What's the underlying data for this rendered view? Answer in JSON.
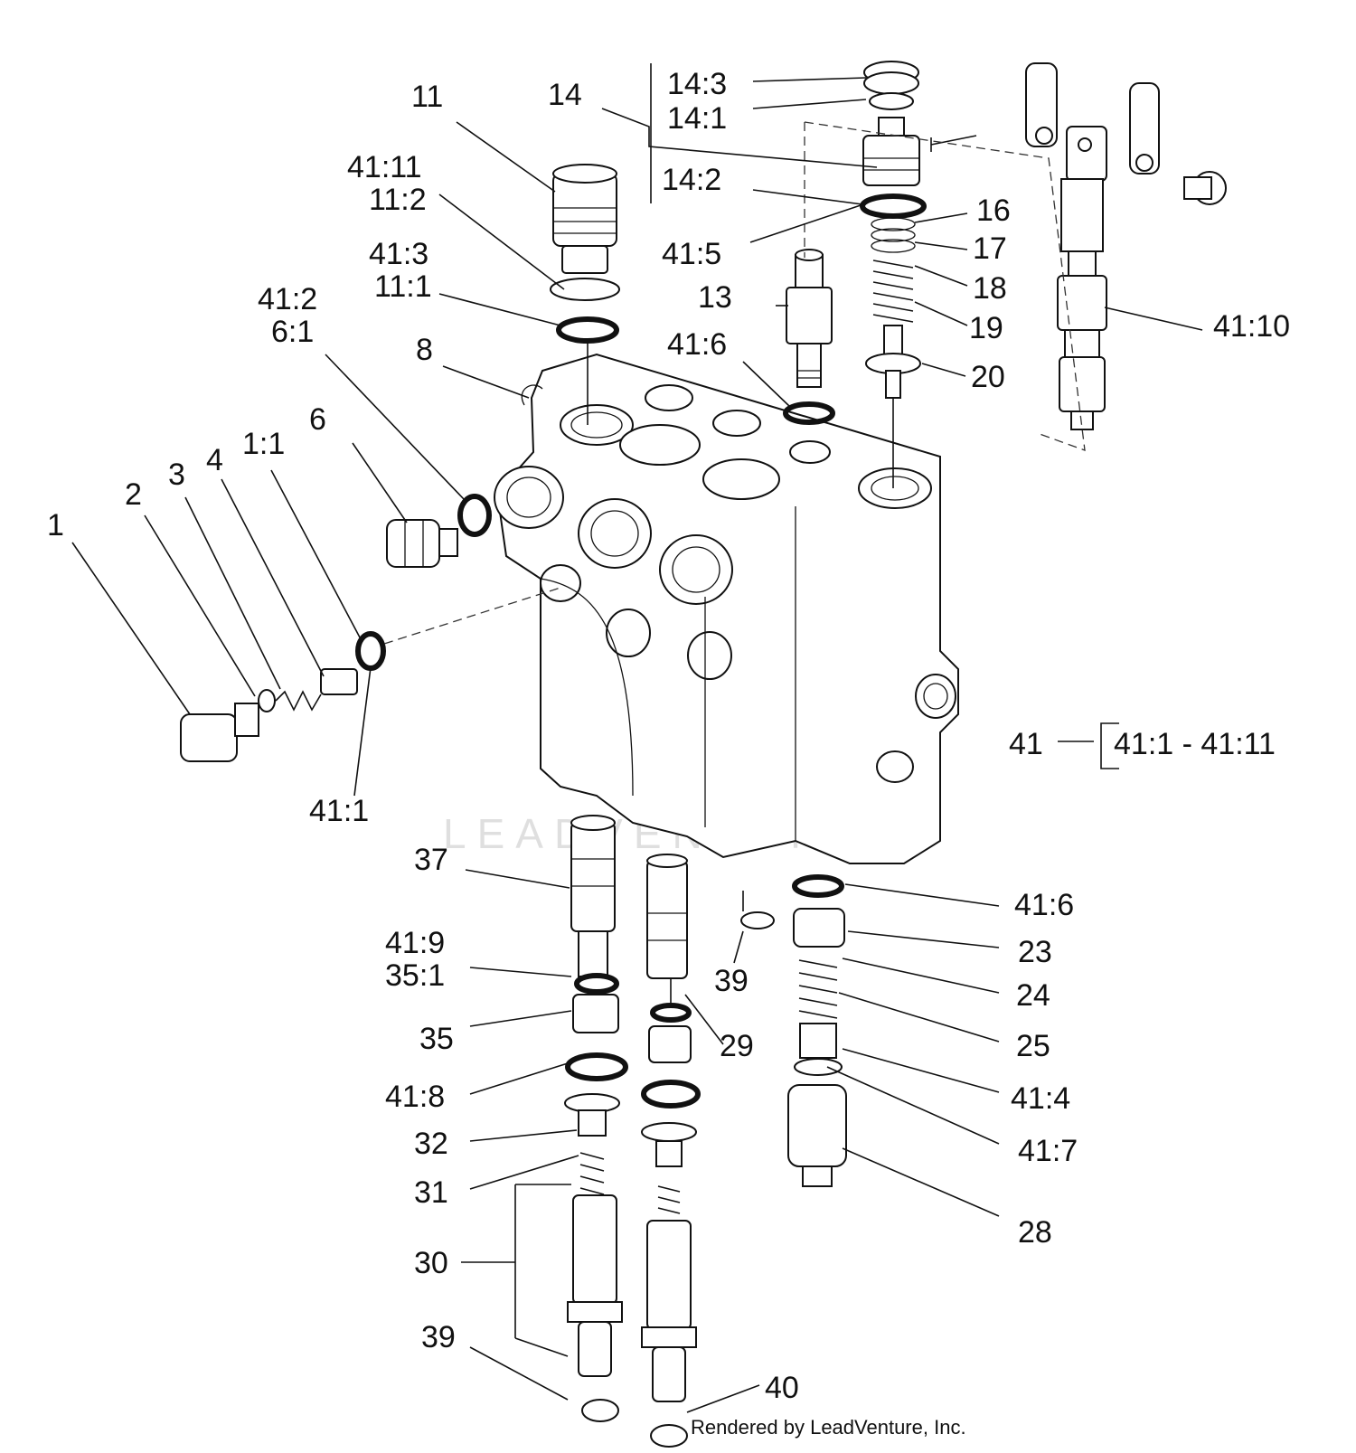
{
  "diagram": {
    "callouts": [
      {
        "id": "c-11",
        "text": "11"
      },
      {
        "id": "c-14",
        "text": "14"
      },
      {
        "id": "c-14-3",
        "text": "14:3"
      },
      {
        "id": "c-14-1",
        "text": "14:1"
      },
      {
        "id": "c-14-2",
        "text": "14:2"
      },
      {
        "id": "c-41-11",
        "text": "41:11"
      },
      {
        "id": "c-11-2",
        "text": "11:2"
      },
      {
        "id": "c-41-3",
        "text": "41:3"
      },
      {
        "id": "c-11-1",
        "text": "11:1"
      },
      {
        "id": "c-41-2",
        "text": "41:2"
      },
      {
        "id": "c-6-1",
        "text": "6:1"
      },
      {
        "id": "c-8",
        "text": "8"
      },
      {
        "id": "c-6",
        "text": "6"
      },
      {
        "id": "c-1",
        "text": "1"
      },
      {
        "id": "c-2",
        "text": "2"
      },
      {
        "id": "c-3",
        "text": "3"
      },
      {
        "id": "c-4",
        "text": "4"
      },
      {
        "id": "c-1-1",
        "text": "1:1"
      },
      {
        "id": "c-41-1",
        "text": "41:1"
      },
      {
        "id": "c-41-5",
        "text": "41:5"
      },
      {
        "id": "c-13",
        "text": "13"
      },
      {
        "id": "c-41-6-top",
        "text": "41:6"
      },
      {
        "id": "c-16",
        "text": "16"
      },
      {
        "id": "c-17",
        "text": "17"
      },
      {
        "id": "c-18",
        "text": "18"
      },
      {
        "id": "c-19",
        "text": "19"
      },
      {
        "id": "c-20",
        "text": "20"
      },
      {
        "id": "c-41-10",
        "text": "41:10"
      },
      {
        "id": "c-41",
        "text": "41"
      },
      {
        "id": "c-41-range",
        "text": "41:1 - 41:11"
      },
      {
        "id": "c-37",
        "text": "37"
      },
      {
        "id": "c-41-9",
        "text": "41:9"
      },
      {
        "id": "c-35-1",
        "text": "35:1"
      },
      {
        "id": "c-35",
        "text": "35"
      },
      {
        "id": "c-41-8",
        "text": "41:8"
      },
      {
        "id": "c-32",
        "text": "32"
      },
      {
        "id": "c-31",
        "text": "31"
      },
      {
        "id": "c-30",
        "text": "30"
      },
      {
        "id": "c-39-bottom",
        "text": "39"
      },
      {
        "id": "c-40",
        "text": "40"
      },
      {
        "id": "c-29",
        "text": "29"
      },
      {
        "id": "c-39-mid",
        "text": "39"
      },
      {
        "id": "c-41-6-bottom",
        "text": "41:6"
      },
      {
        "id": "c-23",
        "text": "23"
      },
      {
        "id": "c-24",
        "text": "24"
      },
      {
        "id": "c-25",
        "text": "25"
      },
      {
        "id": "c-41-4",
        "text": "41:4"
      },
      {
        "id": "c-41-7",
        "text": "41:7"
      },
      {
        "id": "c-28",
        "text": "28"
      }
    ],
    "watermark": "LEADVENTURE",
    "credit": "Rendered by LeadVenture, Inc."
  }
}
